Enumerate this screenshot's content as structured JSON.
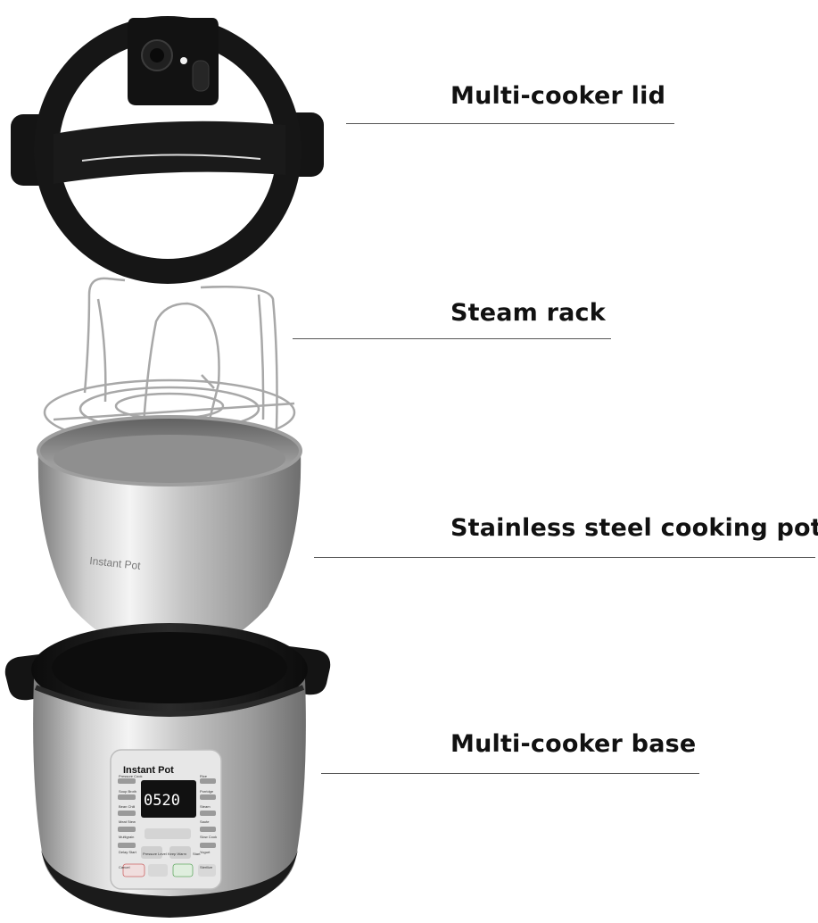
{
  "labels": {
    "lid": "Multi-cooker lid",
    "rack": "Steam rack",
    "pot": "Stainless steel cooking pot",
    "base": "Multi-cooker base"
  },
  "pot_engraving": "Instant Pot",
  "panel": {
    "logo": "Instant Pot",
    "display": "0520",
    "left_buttons": [
      "Pressure Cook",
      "Soup Broth",
      "Bean Chili",
      "Meat Stew",
      "Multigrain",
      "Delay Start",
      "Cancel"
    ],
    "right_buttons": [
      "Rice",
      "Porridge",
      "Steam",
      "Saute",
      "Slow Cook",
      "Yogurt",
      "Sterilize"
    ],
    "center_buttons": [
      "Pressure Level",
      "Keep Warm",
      "Start"
    ]
  },
  "colors": {
    "lid": "#161616",
    "steel_light": "#e8e8e8",
    "steel_dark": "#8a8a8a",
    "panel": "#e6e6e6",
    "display": "#111111"
  }
}
